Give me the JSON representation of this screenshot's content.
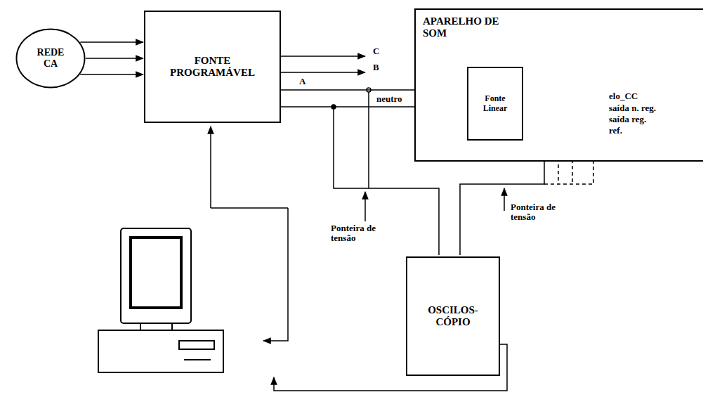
{
  "diagram": {
    "nodes": [
      {
        "text": [
          "REDE CA"
        ]
      },
      {
        "text": [
          "FONTE PROGRAMÁVEL"
        ]
      },
      {
        "text": [
          "APARELHO DE SOM"
        ]
      },
      {
        "text": [
          "Fonte Linear"
        ],
        "in": 2
      },
      {
        "text": [
          "OSCILOS- CÓPIO"
        ]
      }
    ],
    "edges": [
      {
        "from": 0,
        "to": 1,
        "arrow": "to"
      },
      {
        "from": 0,
        "to": 1,
        "arrow": "to"
      },
      {
        "from": 0,
        "to": 1,
        "arrow": "to"
      },
      {
        "from": 1,
        "to": 3,
        "arrow": "to",
        "label": "A"
      },
      {
        "from": 1,
        "to": 3,
        "arrow": "to",
        "label": "neutro"
      }
    ],
    "labels": [
      "C",
      "B",
      "elo_CC",
      "saída n. reg.",
      "saída reg.",
      "ref.",
      "Ponteira de tensão",
      "Ponteira de tensão"
    ]
  }
}
